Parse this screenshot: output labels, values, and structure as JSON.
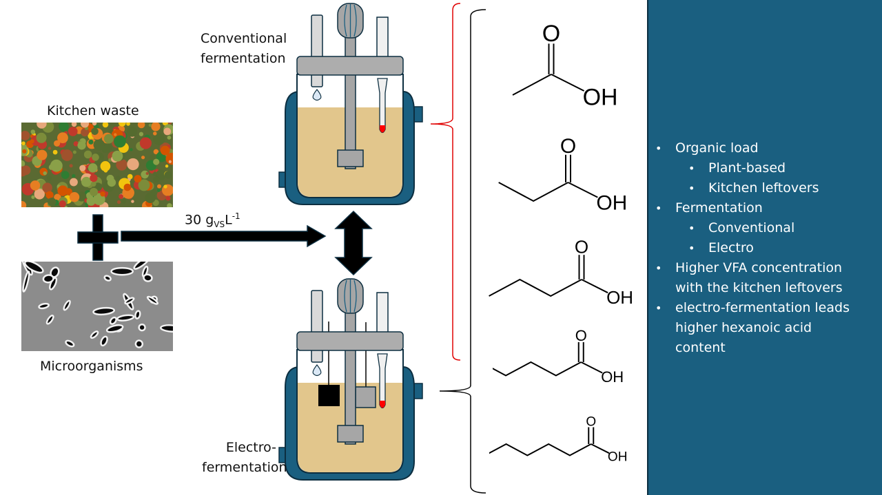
{
  "labels": {
    "kitchen_waste": "Kitchen waste",
    "microorganisms": "Microorganisms",
    "conventional_line1": "Conventional",
    "conventional_line2": "fermentation",
    "electro_line1": "Electro-",
    "electro_line2": "fermentation",
    "loading_value": "30 g",
    "loading_subscript": "VS",
    "loading_unit": "L",
    "loading_exponent": "-1"
  },
  "molecules": [
    {
      "name": "acetic-acid",
      "o_label": "O",
      "oh_label": "OH",
      "carbons": 2
    },
    {
      "name": "propionic-acid",
      "o_label": "O",
      "oh_label": "OH",
      "carbons": 3
    },
    {
      "name": "butyric-acid",
      "o_label": "O",
      "oh_label": "OH",
      "carbons": 4
    },
    {
      "name": "valeric-acid",
      "o_label": "O",
      "oh_label": "OH",
      "carbons": 5
    },
    {
      "name": "hexanoic-acid",
      "o_label": "O",
      "oh_label": "OH",
      "carbons": 6
    }
  ],
  "summary": {
    "items": [
      {
        "level": 1,
        "bullet": "•",
        "text": "Organic load"
      },
      {
        "level": 2,
        "bullet": "•",
        "text": "Plant-based"
      },
      {
        "level": 2,
        "bullet": "•",
        "text": "Kitchen leftovers"
      },
      {
        "level": 1,
        "bullet": "•",
        "text": "Fermentation"
      },
      {
        "level": 2,
        "bullet": "•",
        "text": "Conventional"
      },
      {
        "level": 2,
        "bullet": "•",
        "text": "Electro"
      },
      {
        "level": 1,
        "bullet": "•",
        "text": "Higher VFA concentration"
      },
      {
        "level": 0,
        "bullet": "",
        "text": "with the kitchen leftovers"
      },
      {
        "level": 1,
        "bullet": "•",
        "text": "electro-fermentation leads"
      },
      {
        "level": 0,
        "bullet": "",
        "text": "higher hexanoic acid"
      },
      {
        "level": 0,
        "bullet": "",
        "text": "content"
      }
    ]
  },
  "colors": {
    "panel": "#1a5f80",
    "jacket": "#1a5f80",
    "broth": "#e2c68c",
    "red_bracket": "#e00000"
  }
}
